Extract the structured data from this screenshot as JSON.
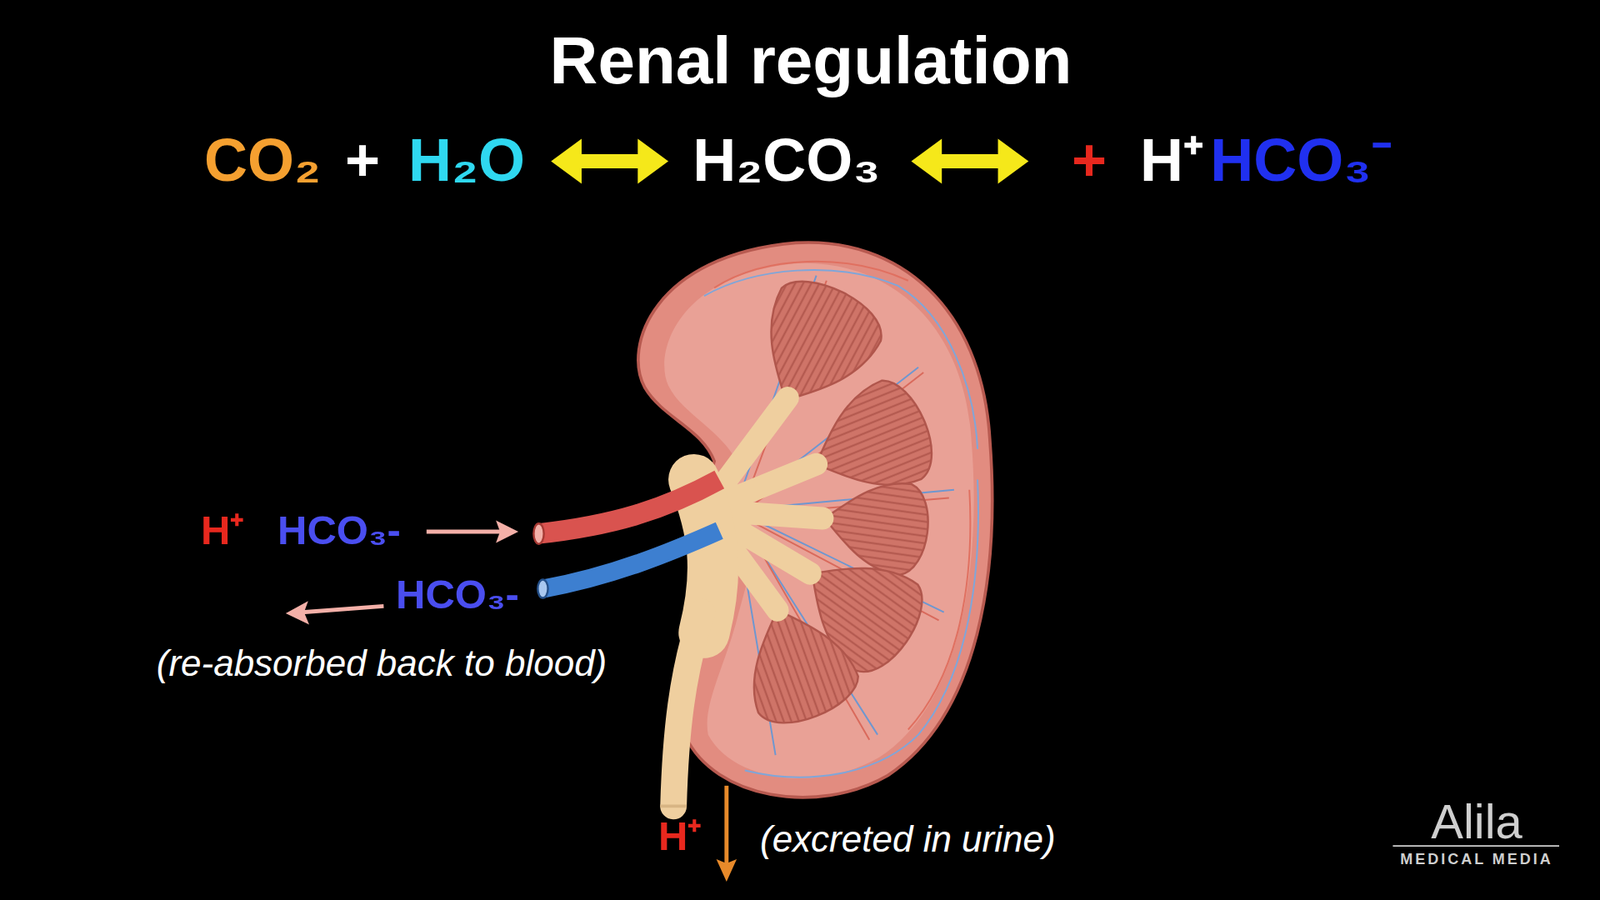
{
  "diagram": {
    "title": "Renal regulation",
    "labels": [
      "CO₂",
      "+",
      "H₂O",
      "H₂CO₃",
      "+",
      "H⁺",
      "HCO₃⁻",
      "H⁺",
      "HCO₃-",
      "HCO₃-",
      "(re-absorbed back to blood)",
      "H⁺",
      "(excreted in urine)",
      "Alila",
      "MEDICAL MEDIA"
    ]
  }
}
